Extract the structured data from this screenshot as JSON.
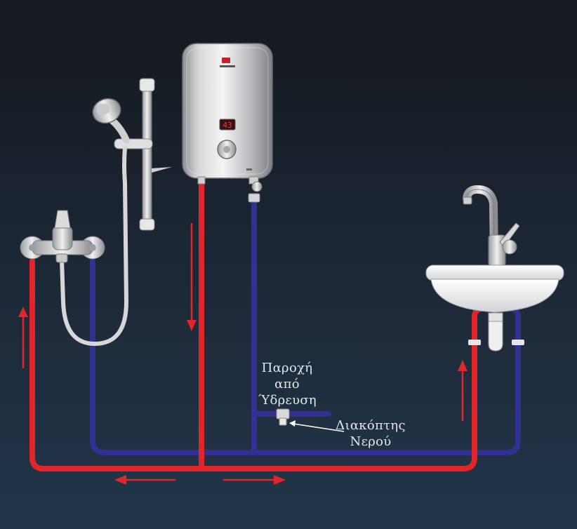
{
  "labels": {
    "supply_line1": "Παροχή",
    "supply_line2": "από",
    "supply_line3": "Ύδρευση",
    "valve_line1": "Διακόπτης",
    "valve_line2": "Νερού"
  },
  "heater": {
    "display_value": "43"
  },
  "colors": {
    "hot_pipe": "#e0262b",
    "cold_pipe": "#34308f",
    "arrow": "#e0262b"
  },
  "icons": [
    "shower-head-icon",
    "water-heater-icon",
    "shower-mixer-icon",
    "sink-icon",
    "faucet-icon",
    "valve-icon"
  ]
}
